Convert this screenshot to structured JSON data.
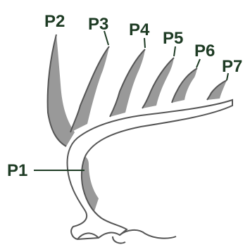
{
  "diagram": {
    "colors": {
      "background": "#ffffff",
      "antler_fill": "#999999",
      "outline": "#555555",
      "label": "#1e3b24"
    },
    "labels": [
      {
        "id": "p1",
        "text": "P1"
      },
      {
        "id": "p2",
        "text": "P2"
      },
      {
        "id": "p3",
        "text": "P3"
      },
      {
        "id": "p4",
        "text": "P4"
      },
      {
        "id": "p5",
        "text": "P5"
      },
      {
        "id": "p6",
        "text": "P6"
      },
      {
        "id": "p7",
        "text": "P7"
      }
    ]
  }
}
